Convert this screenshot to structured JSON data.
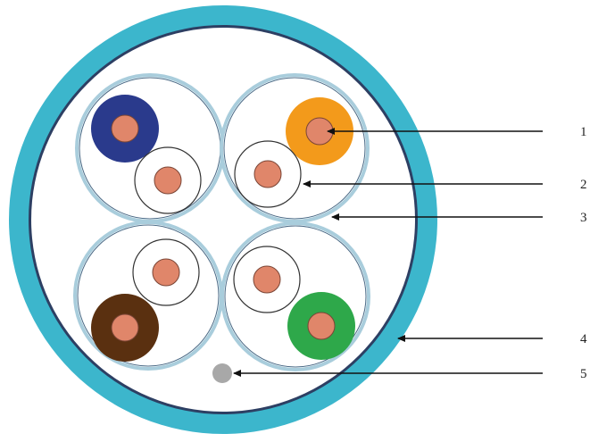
{
  "colors": {
    "jacket": "#3cb6cc",
    "jacket_inner_line": "#2d3f63",
    "fill": "#ffffff",
    "pair_shield": "#a9cddc",
    "conductor": "#e0866a",
    "conductor_outline": "#7a4536",
    "insulation_blue": "#2a3a8c",
    "insulation_orange": "#f39a1b",
    "insulation_brown": "#5a3010",
    "insulation_green": "#2ea84a",
    "insulation_white": "#ffffff",
    "drain_wire": "#a8a8a8",
    "arrow": "#111111"
  },
  "callouts": [
    {
      "id": "1",
      "label": "1"
    },
    {
      "id": "2",
      "label": "2"
    },
    {
      "id": "3",
      "label": "3"
    },
    {
      "id": "4",
      "label": "4"
    },
    {
      "id": "5",
      "label": "5"
    }
  ]
}
